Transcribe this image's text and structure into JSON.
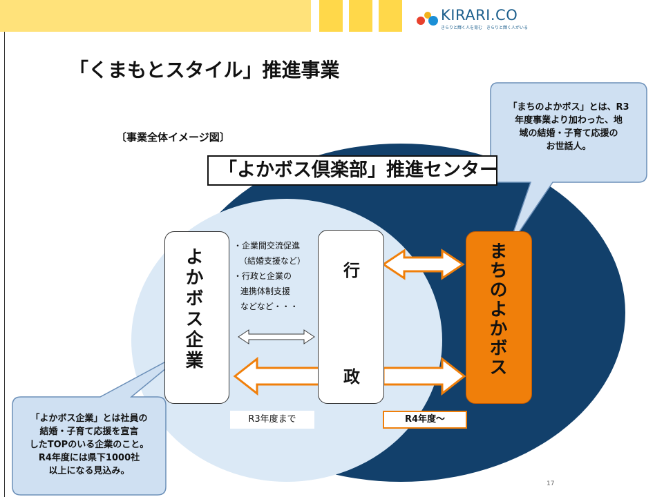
{
  "brand": {
    "name": "KIRARI.CO",
    "tagline": "きらりと輝く人を育む　きらりと輝く人がいる",
    "colors": {
      "yellow": "#ffd84a",
      "navy": "#12406b",
      "light_blue": "#dbe9f6",
      "orange": "#f07f0a",
      "callout_blue": "#cfe0f2"
    }
  },
  "slide": {
    "title": "「くまもとスタイル」推進事業",
    "subtitle": "〔事業全体イメージ図〕",
    "center_title": "「よかボス倶楽部」推進センター",
    "left_box": "よかボス企業",
    "mid_box_top": "行",
    "mid_box_bottom": "政",
    "right_box": "まちのよかボス",
    "mid_notes": [
      "・企業間交流促進",
      "（結婚支援など）",
      "・行政と企業の",
      "連携体制支援",
      "などなど・・・"
    ],
    "label_r3": "R3年度まで",
    "label_r4": "R4年度～",
    "callout_top": [
      "「まちのよかボス」とは、R3",
      "年度事業より加わった、地",
      "域の結婚・子育て応援の",
      "お世話人。"
    ],
    "callout_bottom": [
      "「よかボス企業」とは社員の",
      "結婚・子育て応援を宣言",
      "したTOPのいる企業のこと。",
      "R4年度には県下1000社",
      "以上になる見込み。"
    ],
    "page_number": "17"
  }
}
